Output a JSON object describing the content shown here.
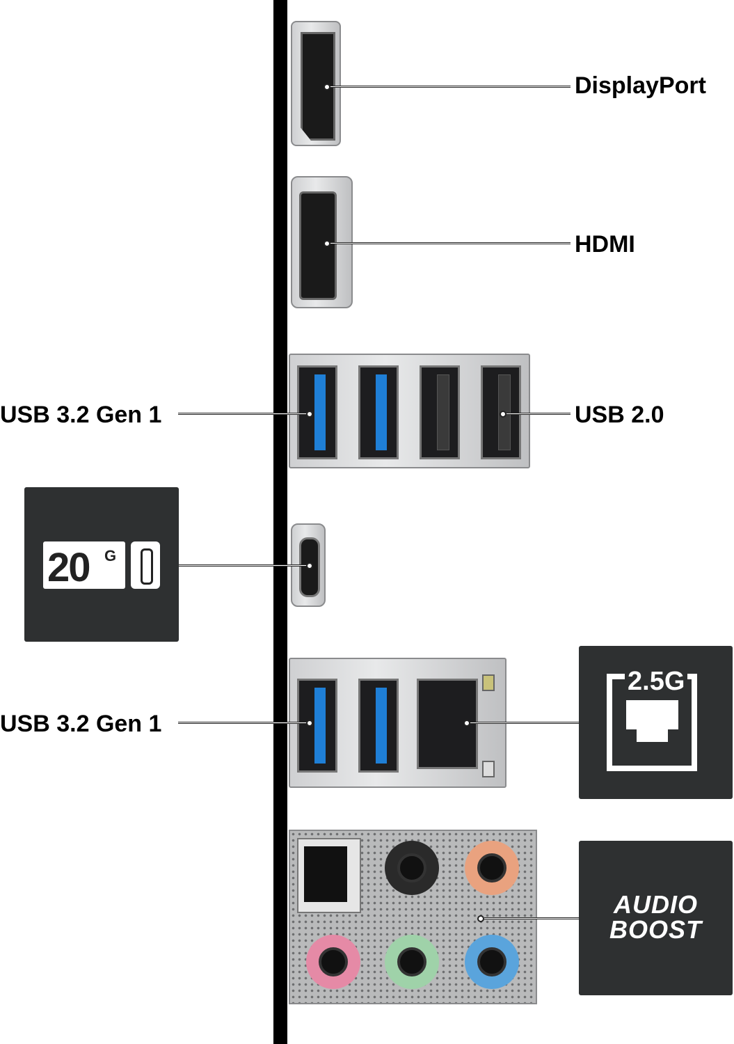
{
  "labels": {
    "displayport": "DisplayPort",
    "hdmi": "HDMI",
    "usb32_top": "USB 3.2 Gen 1",
    "usb20": "USB 2.0",
    "usb32_bottom": "USB 3.2 Gen 1"
  },
  "badges": {
    "usb_c": {
      "speed": "20",
      "unit": "G"
    },
    "lan": {
      "speed": "2.5G"
    },
    "audio": {
      "line1": "AUDIO",
      "line2": "BOOST"
    }
  },
  "colors": {
    "usb3_blue": "#1f7fd6",
    "badge_bg": "#2e3031",
    "jack_orange": "#e9a27f",
    "jack_pink": "#e58aa6",
    "jack_green": "#9fd2a9",
    "jack_blue": "#5aa4dc"
  }
}
